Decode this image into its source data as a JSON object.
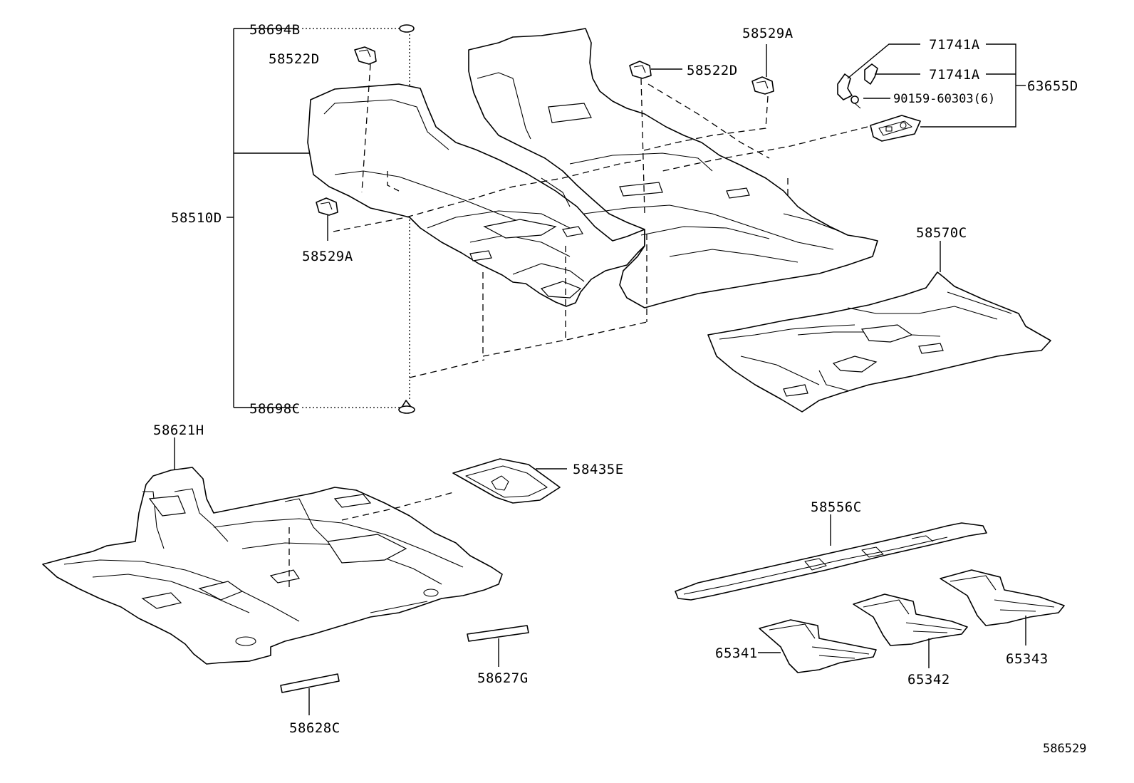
{
  "labels": {
    "p58694B": "58694B",
    "p58522D_left": "58522D",
    "p58510D": "58510D",
    "p58529A_left": "58529A",
    "p58698C": "58698C",
    "p58529A_right": "58529A",
    "p58522D_right": "58522D",
    "p71741A_top": "71741A",
    "p71741A_mid": "71741A",
    "p90159": "90159-60303(6)",
    "p63655D": "63655D",
    "p58570C": "58570C",
    "p58621H": "58621H",
    "p58435E": "58435E",
    "p58556C": "58556C",
    "p65341": "65341",
    "p65342": "65342",
    "p65343": "65343",
    "p58627G": "58627G",
    "p58628C": "58628C"
  },
  "drawing_id": "586529",
  "colors": {
    "line": "#000000",
    "background": "#ffffff"
  }
}
